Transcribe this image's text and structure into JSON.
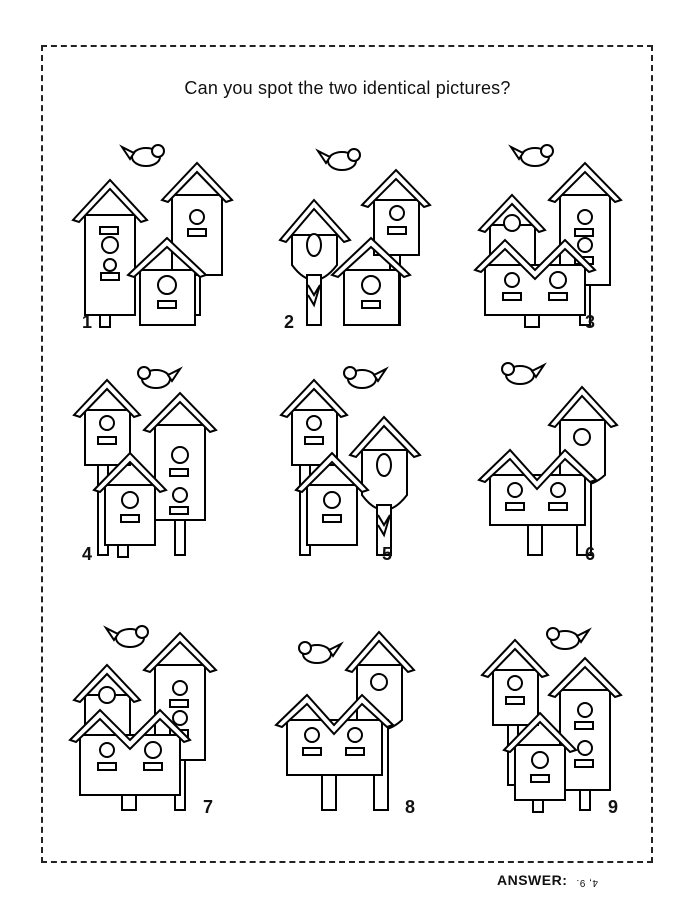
{
  "title": "Can you spot the two identical pictures?",
  "puzzles": [
    {
      "number": "1"
    },
    {
      "number": "2"
    },
    {
      "number": "3"
    },
    {
      "number": "4"
    },
    {
      "number": "5"
    },
    {
      "number": "6"
    },
    {
      "number": "7"
    },
    {
      "number": "8"
    },
    {
      "number": "9"
    }
  ],
  "answer": {
    "label": "ANSWER:",
    "value": "4, 9."
  }
}
